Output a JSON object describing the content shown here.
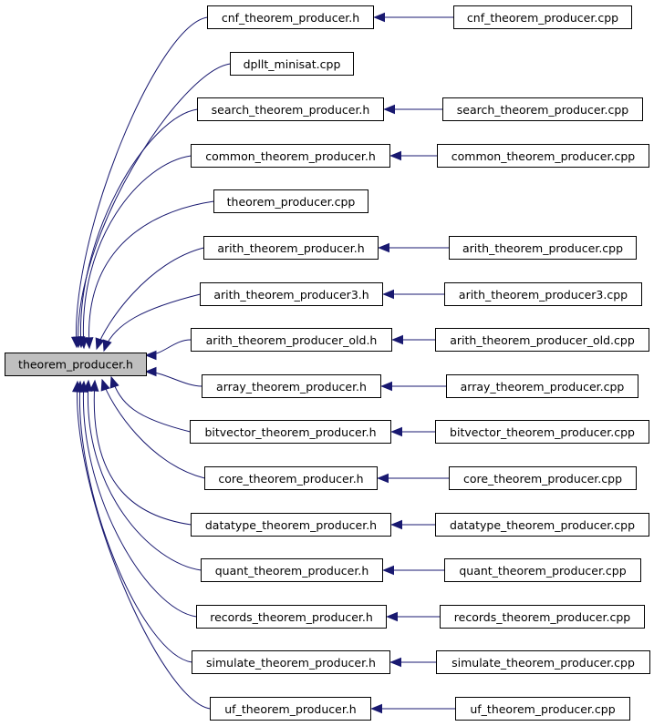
{
  "graph": {
    "root": "theorem_producer.h",
    "edge_color": "#191970",
    "nodes": [
      {
        "label": "cnf_theorem_producer.h",
        "child": "cnf_theorem_producer.cpp"
      },
      {
        "label": "dpllt_minisat.cpp",
        "child": null
      },
      {
        "label": "search_theorem_producer.h",
        "child": "search_theorem_producer.cpp"
      },
      {
        "label": "common_theorem_producer.h",
        "child": "common_theorem_producer.cpp"
      },
      {
        "label": "theorem_producer.cpp",
        "child": null
      },
      {
        "label": "arith_theorem_producer.h",
        "child": "arith_theorem_producer.cpp"
      },
      {
        "label": "arith_theorem_producer3.h",
        "child": "arith_theorem_producer3.cpp"
      },
      {
        "label": "arith_theorem_producer_old.h",
        "child": "arith_theorem_producer_old.cpp"
      },
      {
        "label": "array_theorem_producer.h",
        "child": "array_theorem_producer.cpp"
      },
      {
        "label": "bitvector_theorem_producer.h",
        "child": "bitvector_theorem_producer.cpp"
      },
      {
        "label": "core_theorem_producer.h",
        "child": "core_theorem_producer.cpp"
      },
      {
        "label": "datatype_theorem_producer.h",
        "child": "datatype_theorem_producer.cpp"
      },
      {
        "label": "quant_theorem_producer.h",
        "child": "quant_theorem_producer.cpp"
      },
      {
        "label": "records_theorem_producer.h",
        "child": "records_theorem_producer.cpp"
      },
      {
        "label": "simulate_theorem_producer.h",
        "child": "simulate_theorem_producer.cpp"
      },
      {
        "label": "uf_theorem_producer.h",
        "child": "uf_theorem_producer.cpp"
      }
    ]
  }
}
